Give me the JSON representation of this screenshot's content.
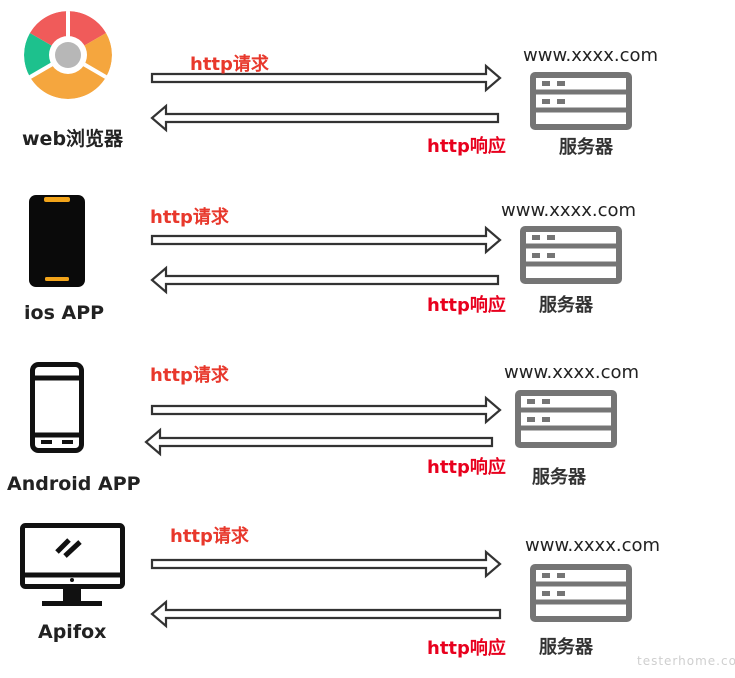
{
  "rows": [
    {
      "client": "web浏览器",
      "request": "http请求",
      "response": "http响应",
      "host": "www.xxxx.com",
      "server": "服务器",
      "client_icon": "chrome-icon"
    },
    {
      "client": "ios APP",
      "request": "http请求",
      "response": "http响应",
      "host": "www.xxxx.com",
      "server": "服务器",
      "client_icon": "iphone-icon"
    },
    {
      "client": "Android APP",
      "request": "http请求",
      "response": "http响应",
      "host": "www.xxxx.com",
      "server": "服务器",
      "client_icon": "android-phone-icon"
    },
    {
      "client": "Apifox",
      "request": "http请求",
      "response": "http响应",
      "host": "www.xxxx.com",
      "server": "服务器",
      "client_icon": "monitor-icon"
    }
  ],
  "watermark": "testerhome.com",
  "colors": {
    "request": "#e8382c",
    "response": "#e8011e",
    "server": "#757575",
    "arrow": "#333333"
  }
}
